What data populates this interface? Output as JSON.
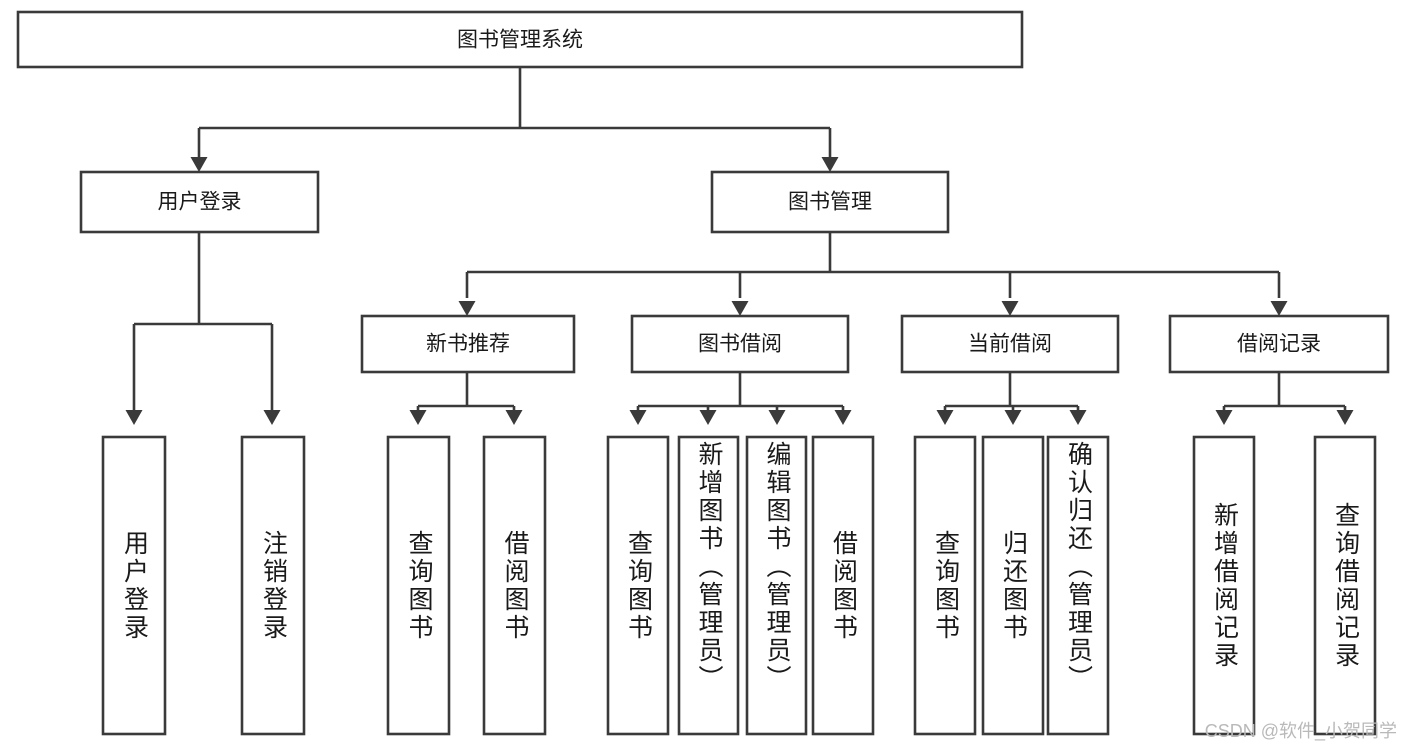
{
  "diagram": {
    "type": "tree-hierarchy-chart",
    "title": "图书管理系统",
    "orientation": "top-down",
    "colors": {
      "box_stroke": "#3a3a3a",
      "box_fill": "#ffffff",
      "connector": "#3a3a3a",
      "text": "#1a1a1a",
      "background": "#ffffff",
      "watermark": "#b9b9b9"
    },
    "levels": {
      "root": {
        "label": "图书管理系统"
      },
      "level2": [
        {
          "label": "用户登录"
        },
        {
          "label": "图书管理"
        }
      ],
      "level3": [
        {
          "label": "新书推荐"
        },
        {
          "label": "图书借阅"
        },
        {
          "label": "当前借阅"
        },
        {
          "label": "借阅记录"
        }
      ],
      "leaves": [
        {
          "label": "用户登录",
          "parent": "用户登录"
        },
        {
          "label": "注销登录",
          "parent": "用户登录"
        },
        {
          "label": "查询图书",
          "parent": "新书推荐"
        },
        {
          "label": "借阅图书",
          "parent": "新书推荐"
        },
        {
          "label": "查询图书",
          "parent": "图书借阅"
        },
        {
          "label": "新增图书（管理员）",
          "parent": "图书借阅"
        },
        {
          "label": "编辑图书（管理员）",
          "parent": "图书借阅"
        },
        {
          "label": "借阅图书",
          "parent": "图书借阅"
        },
        {
          "label": "查询图书",
          "parent": "当前借阅"
        },
        {
          "label": "归还图书",
          "parent": "当前借阅"
        },
        {
          "label": "确认归还（管理员）",
          "parent": "当前借阅"
        },
        {
          "label": "新增借阅记录",
          "parent": "借阅记录"
        },
        {
          "label": "查询借阅记录",
          "parent": "借阅记录"
        }
      ]
    }
  },
  "watermark": {
    "text": "CSDN @软件_小贺同学"
  }
}
